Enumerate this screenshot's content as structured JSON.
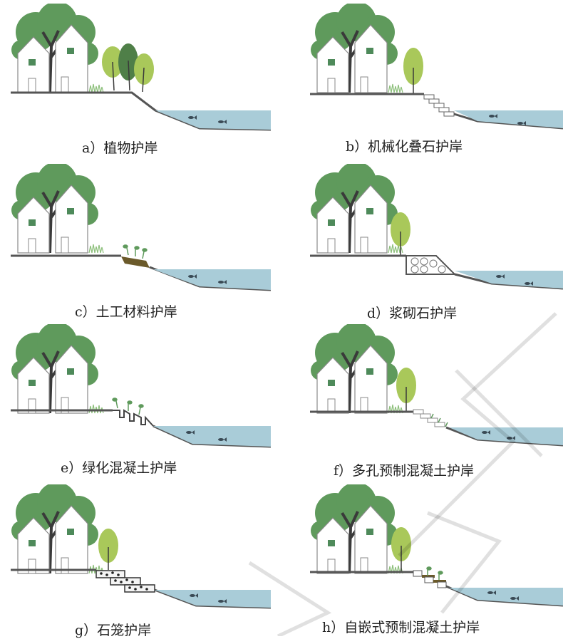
{
  "panels": [
    {
      "id": "a",
      "caption": "a）植物护岸"
    },
    {
      "id": "b",
      "caption": "b）机械化叠石护岸"
    },
    {
      "id": "c",
      "caption": "c）土工材料护岸"
    },
    {
      "id": "d",
      "caption": "d）浆砌石护岸"
    },
    {
      "id": "e",
      "caption": "e）绿化混凝土护岸"
    },
    {
      "id": "f",
      "caption": "f）多孔预制混凝土护岸"
    },
    {
      "id": "g",
      "caption": "g）石笼护岸"
    },
    {
      "id": "h",
      "caption": "h）自嵌式预制混凝土护岸"
    }
  ],
  "colors": {
    "tree_dark": "#5f9a5c",
    "tree_light": "#a9c85a",
    "trunk": "#3a3a3a",
    "ground": "#555555",
    "water": "#a9ccd8",
    "fish": "#3a4a55",
    "house_stroke": "#8a8a8a",
    "window": "#4e8a5a",
    "grass": "#8cbf7a",
    "earth_mat": "#6b5a2a"
  }
}
